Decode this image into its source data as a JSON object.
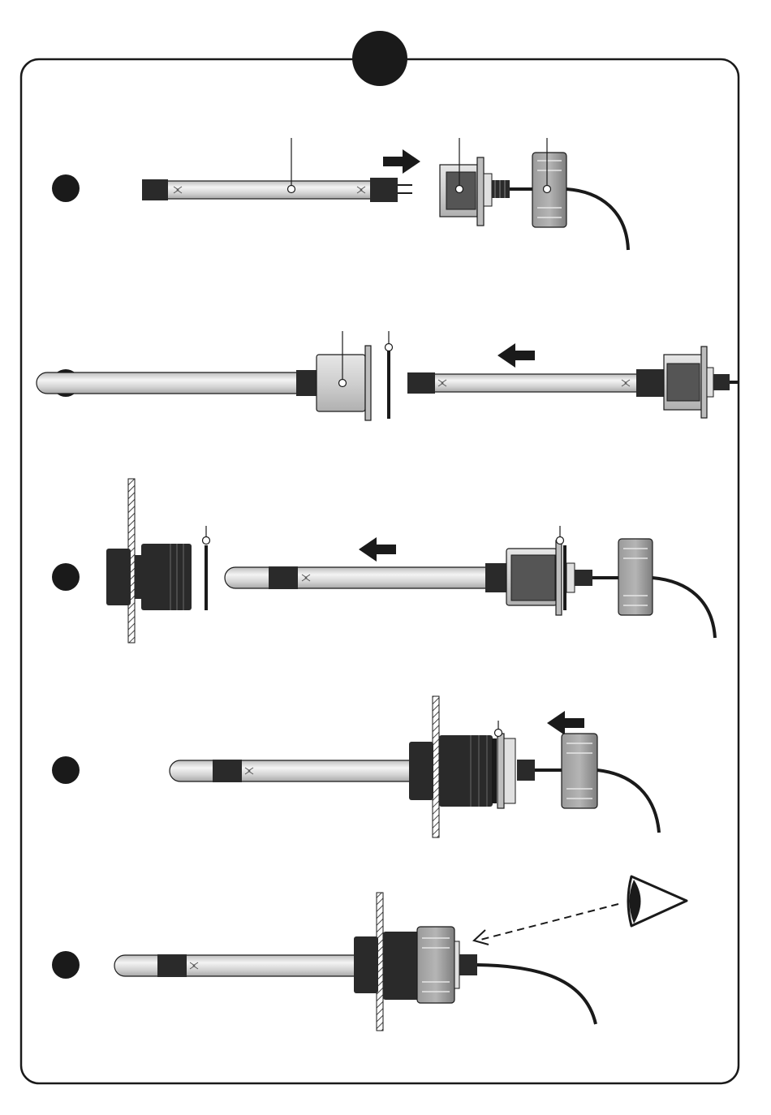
{
  "colors": {
    "ink": "#1a1a1a",
    "tube_fill": "#d9d9d9",
    "tube_highlight": "#f2f2f2",
    "cap_dark": "#2a2a2a",
    "housing_light": "#cfcfcf",
    "nut_grey": "#8c8c8c",
    "nut_light": "#a9a9a9",
    "flange": "#b8b8b8",
    "frame": "#1a1a1a",
    "background": "#ffffff"
  },
  "icons": {
    "header_marker": "filled-circle",
    "step_marker": "filled-circle",
    "direction_arrow": "arrow-icon",
    "inspection": "eye-icon",
    "wall": "hatched-wall"
  },
  "steps": [
    {
      "id": 1,
      "action": "insert",
      "arrow_direction": "right"
    },
    {
      "id": 2,
      "action": "insert",
      "arrow_direction": "left"
    },
    {
      "id": 3,
      "action": "insert",
      "arrow_direction": "left"
    },
    {
      "id": 4,
      "action": "tighten",
      "arrow_direction": "left"
    },
    {
      "id": 5,
      "action": "inspect",
      "arrow_direction": "none"
    }
  ]
}
